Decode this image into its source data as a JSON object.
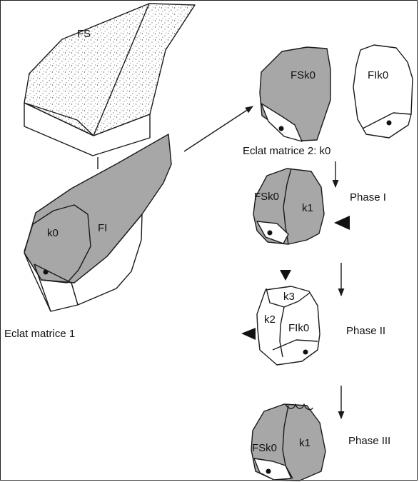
{
  "colors": {
    "grey_fill": "#a7a7a7",
    "outline": "#1a1a1a",
    "background": "#ffffff",
    "stipple": "#555555"
  },
  "labels": {
    "fs": "FS",
    "fi": "FI",
    "k0": "k0",
    "eclat_matrice_1": "Eclat matrice 1",
    "fsk0_top": "FSk0",
    "fik0_top": "FIk0",
    "eclat_matrice_2": "Eclat matrice 2: k0",
    "phase1_fsk0": "FSk0",
    "phase1_k1": "k1",
    "phase1": "Phase I",
    "phase2_k3": "k3",
    "phase2_k2": "k2",
    "phase2_fik0": "FIk0",
    "phase2": "Phase II",
    "phase3_fsk0": "FSk0",
    "phase3_k1": "k1",
    "phase3": "Phase III"
  }
}
